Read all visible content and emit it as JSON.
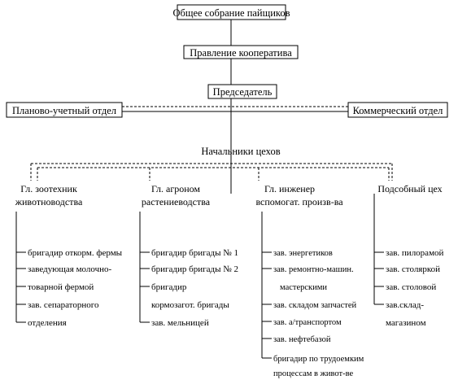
{
  "top": {
    "assembly": "Общее собрание пайщиков",
    "board": "Правление кооператива",
    "chairman": "Председатель"
  },
  "side": {
    "left": "Планово-учетный отдел",
    "right": "Коммерческий отдел"
  },
  "heads_label": "Начальники цехов",
  "dept1": {
    "title1": "Гл. зоотехник",
    "title2": "животноводства",
    "items": [
      "бригадир откорм. фермы",
      "заведующая молочно-",
      "товарной фермой",
      "зав. сепараторного",
      "отделения"
    ]
  },
  "dept2": {
    "title1": "Гл. агроном",
    "title2": "растениеводства",
    "items": [
      "бригадир бригады № 1",
      "бригадир бригады № 2",
      "бригадир",
      "кормозагот. бригады",
      "зав. мельницей"
    ]
  },
  "dept3": {
    "title1": "Гл. инженер",
    "title2": "вспомогат. произв-ва",
    "items": [
      "зав. энергетиков",
      "зав. ремонтно-машин.",
      "мастерскими",
      "зав. складом запчастей",
      "зав. а/транспортом",
      "зав. нефтебазой",
      "бригадир по трудоемким",
      "процессам в живот-ве"
    ]
  },
  "dept4": {
    "title1": "Подсобный цех",
    "items": [
      "зав. пилорамой",
      "зав. столяркой",
      "зав. столовой",
      "зав.склад-",
      "магазином"
    ]
  }
}
